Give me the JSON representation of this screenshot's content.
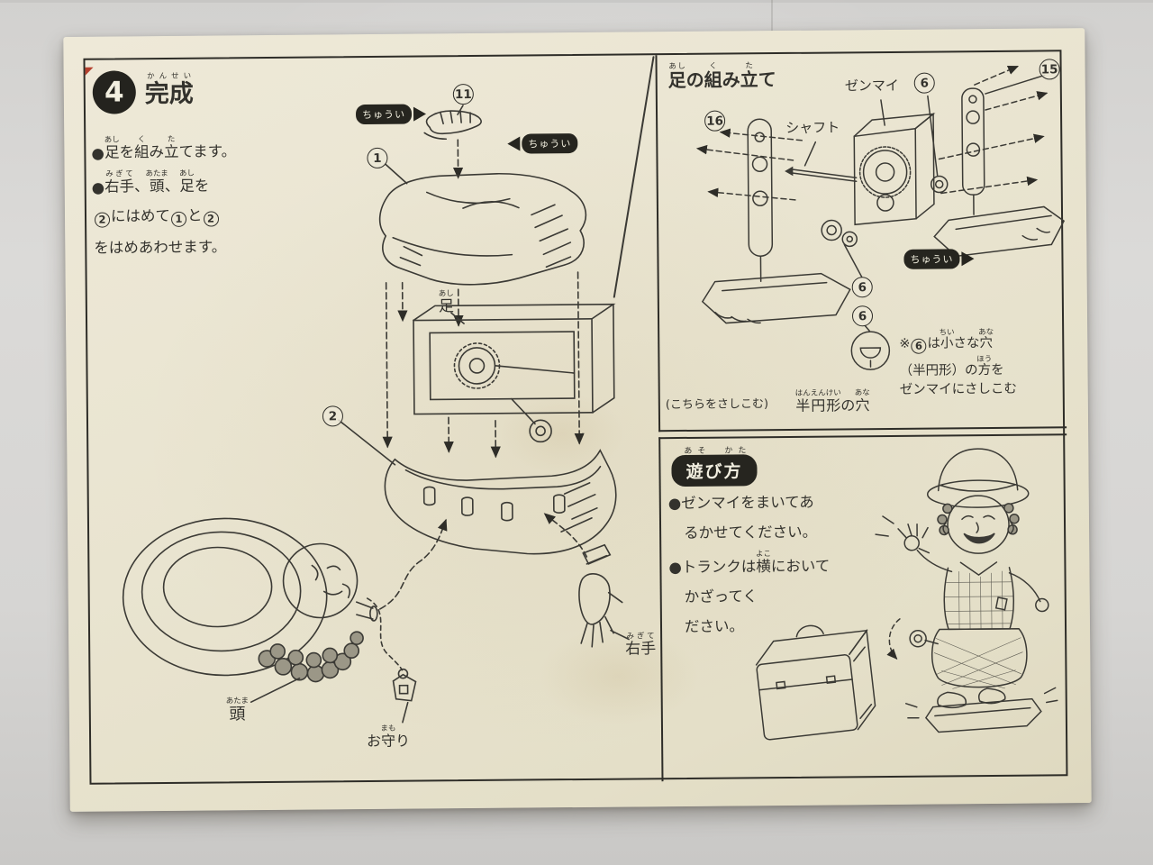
{
  "labels": {
    "caution": "ちゅうい",
    "bullet": "●"
  },
  "step": {
    "badge_number": "4",
    "title": [
      {
        "t": "完",
        "r": "かん"
      },
      {
        "t": "成",
        "r": "せい"
      }
    ]
  },
  "instructions": {
    "line1": [
      {
        "t": "足",
        "r": "あし"
      },
      {
        "t": "を"
      },
      {
        "t": "組",
        "r": "く"
      },
      {
        "t": "み"
      },
      {
        "t": "立",
        "r": "た"
      },
      {
        "t": "てます。"
      }
    ],
    "line2": [
      {
        "t": "右手",
        "r": "みぎて"
      },
      {
        "t": "、"
      },
      {
        "t": "頭",
        "r": "あたま"
      },
      {
        "t": "、"
      },
      {
        "t": "足",
        "r": "あし"
      },
      {
        "t": "を"
      }
    ],
    "line3": [
      {
        "t": "2",
        "c": true
      },
      {
        "t": "にはめて"
      },
      {
        "t": "1",
        "c": true
      },
      {
        "t": "と"
      },
      {
        "t": "2",
        "c": true
      }
    ],
    "line4": "をはめあわせます。"
  },
  "diagram": {
    "callout_11": "11",
    "callout_1": "1",
    "callout_2": "2",
    "foot_label": [
      {
        "t": "足",
        "r": "あし"
      }
    ],
    "head_label": [
      {
        "t": "頭",
        "r": "あたま"
      }
    ],
    "amulet_label": [
      {
        "t": "お"
      },
      {
        "t": "守",
        "r": "まも"
      },
      {
        "t": "り"
      }
    ],
    "right_hand_label": [
      {
        "t": "右手",
        "r": "みぎて"
      }
    ]
  },
  "foot_assembly": {
    "title": [
      {
        "t": "足",
        "r": "あし"
      },
      {
        "t": "の"
      },
      {
        "t": "組",
        "r": "く"
      },
      {
        "t": "み"
      },
      {
        "t": "立",
        "r": "た"
      },
      {
        "t": "て"
      }
    ],
    "zenmai_label": "ゼンマイ",
    "shaft_label": "シャフト",
    "callout_16": "16",
    "callout_15": "15",
    "callout_6_top": "6",
    "callout_6_mid": "6",
    "callout_6_low": "6",
    "note_line1": [
      {
        "t": "※"
      },
      {
        "t": "6",
        "c": true
      },
      {
        "t": "は"
      },
      {
        "t": "小",
        "r": "ちい"
      },
      {
        "t": "さな"
      },
      {
        "t": "穴",
        "r": "あな"
      }
    ],
    "note_line2": [
      {
        "t": "（半円形）の"
      },
      {
        "t": "方",
        "r": "ほう"
      },
      {
        "t": "を"
      }
    ],
    "note_line3": "ゼンマイにさしこむ",
    "insert_caption": "(こちらをさしこむ)",
    "hole_label": [
      {
        "t": "半円形",
        "r": "はんえんけい"
      },
      {
        "t": "の"
      },
      {
        "t": "穴",
        "r": "あな"
      }
    ]
  },
  "how_to_play": {
    "title": "遊び方",
    "title_furigana": "あそ　かた",
    "line1": "ゼンマイをまいてあ",
    "line2": "るかせてください。",
    "line3": [
      {
        "t": "トランクは"
      },
      {
        "t": "横",
        "r": "よこ"
      },
      {
        "t": "にお"
      },
      {
        "t": "いて"
      }
    ],
    "line4": "かざってく",
    "line5": "ださい。"
  }
}
